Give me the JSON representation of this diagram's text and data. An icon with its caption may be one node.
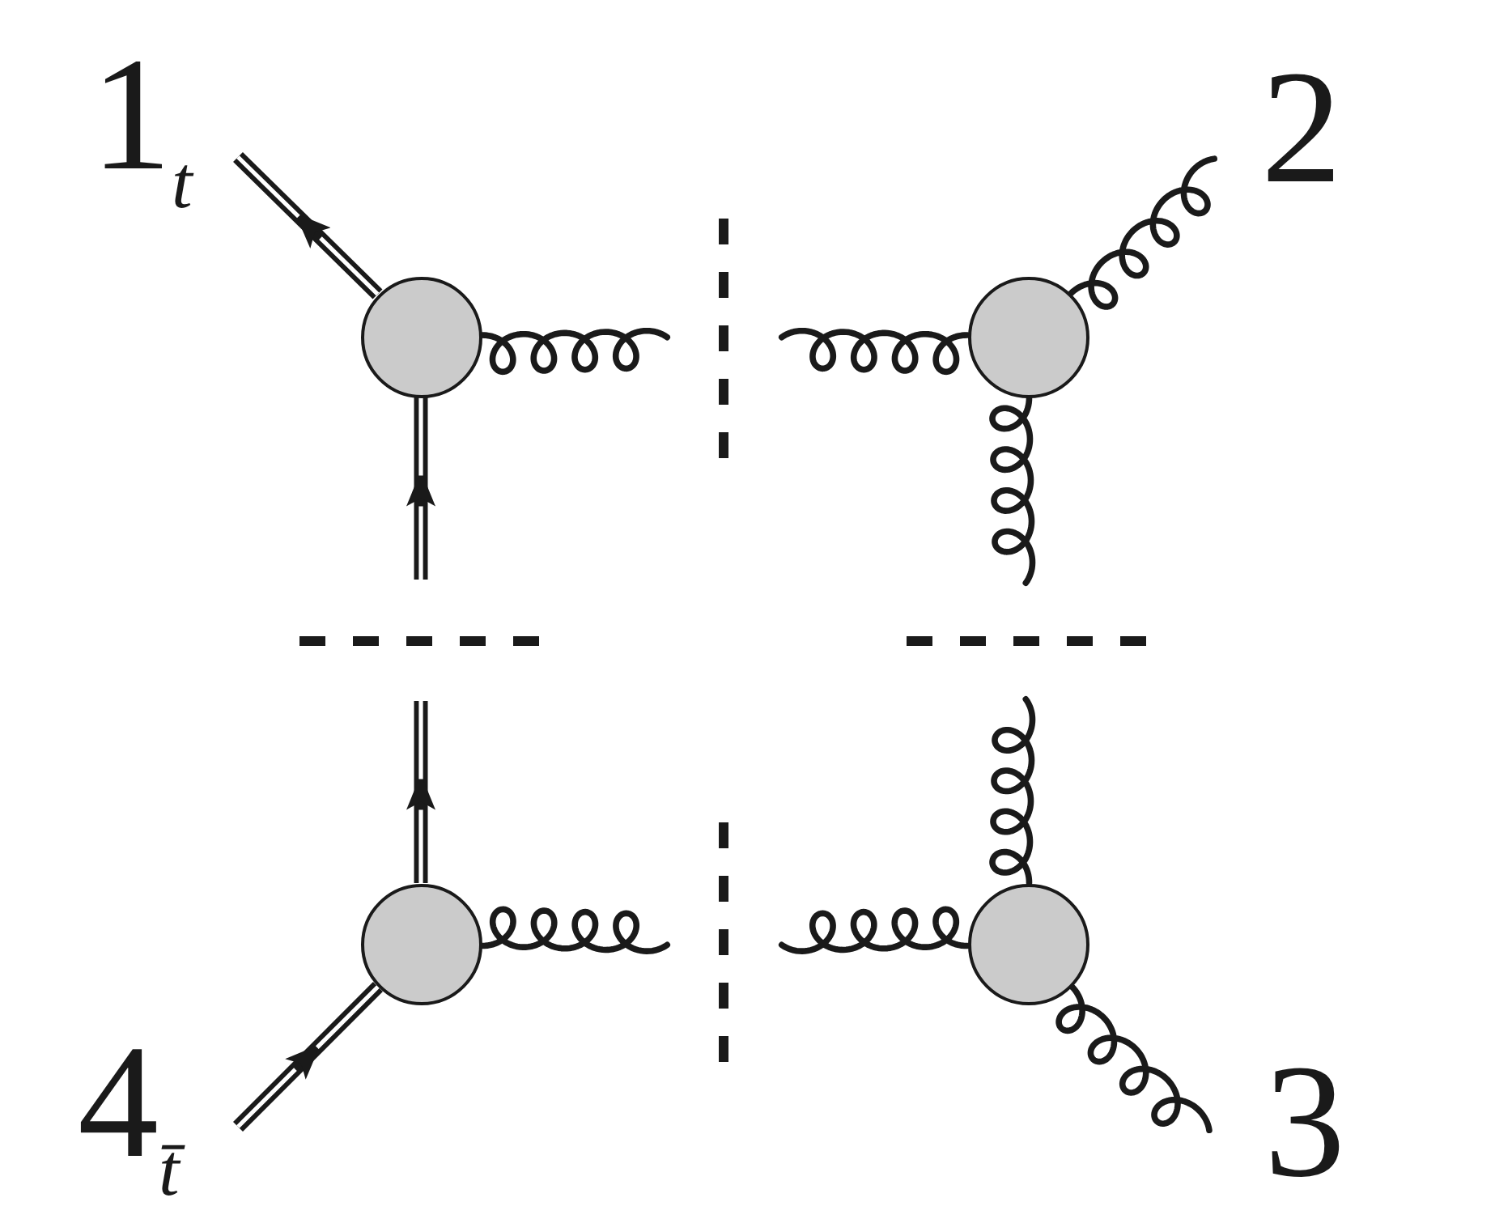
{
  "diagram": {
    "nodes": [
      {
        "text": [
          "1$_{t}$"
        ]
      },
      {
        "text": [
          "2"
        ]
      },
      {
        "text": [],
        "shape": "circle"
      },
      {
        "text": [],
        "shape": "circle"
      },
      {
        "text": [],
        "shape": "circle"
      },
      {
        "text": [],
        "shape": "circle"
      },
      {
        "text": [
          "4$_{t̄}$"
        ]
      },
      {
        "text": [
          "3"
        ]
      }
    ],
    "edges": [
      {
        "from": 2,
        "to": 0,
        "arrow": "to",
        "style": "thick"
      },
      {
        "from": null,
        "to": 2,
        "arrow": "to",
        "style": "thick"
      },
      {
        "from": 2,
        "to": null,
        "arrow": "none"
      },
      {
        "from": null,
        "to": 3,
        "arrow": "none"
      },
      {
        "from": 3,
        "to": 1,
        "arrow": "none"
      },
      {
        "from": 3,
        "to": null,
        "arrow": "none"
      },
      {
        "from": 4,
        "to": null,
        "arrow": "to",
        "style": "thick"
      },
      {
        "from": 6,
        "to": 4,
        "arrow": "to",
        "style": "thick"
      },
      {
        "from": 4,
        "to": null,
        "arrow": "none"
      },
      {
        "from": null,
        "to": 5,
        "arrow": "none"
      },
      {
        "from": null,
        "to": 5,
        "arrow": "none"
      },
      {
        "from": 5,
        "to": 7,
        "arrow": "none"
      }
    ]
  }
}
